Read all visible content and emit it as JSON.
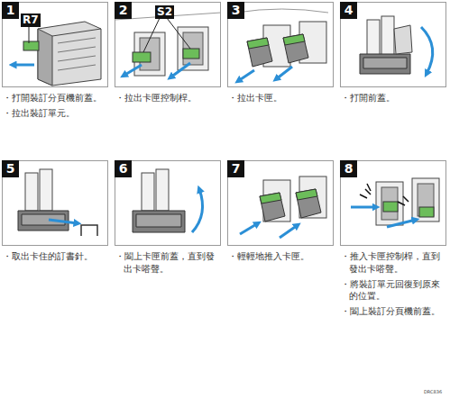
{
  "diagram": {
    "nodes": [
      {
        "text": [
          "1",
          "・打開裝訂分頁機前蓋。",
          "・拉出裝訂單元。"
        ]
      },
      {
        "text": [
          "2",
          "・拉出卡匣控制桿。"
        ]
      },
      {
        "text": [
          "3",
          "・拉出卡匣。"
        ]
      },
      {
        "text": [
          "4",
          "・打開前蓋。"
        ]
      },
      {
        "text": [
          "5",
          "・取出卡住的訂書針。"
        ]
      },
      {
        "text": [
          "6",
          "・闔上卡匣前蓋，直到發出卡嗒聲。"
        ]
      },
      {
        "text": [
          "7",
          "・輕輕地推入卡匣。"
        ]
      },
      {
        "text": [
          "8",
          "・推入卡匣控制桿，直到發出卡嗒聲。",
          "・將裝訂單元回復到原來的位置。",
          "・闔上裝訂分頁機前蓋。"
        ]
      },
      {
        "text": [
          "R7"
        ],
        "in": 0
      },
      {
        "text": [
          "S2"
        ],
        "in": 1
      }
    ],
    "labels": [
      "DRC836"
    ]
  }
}
